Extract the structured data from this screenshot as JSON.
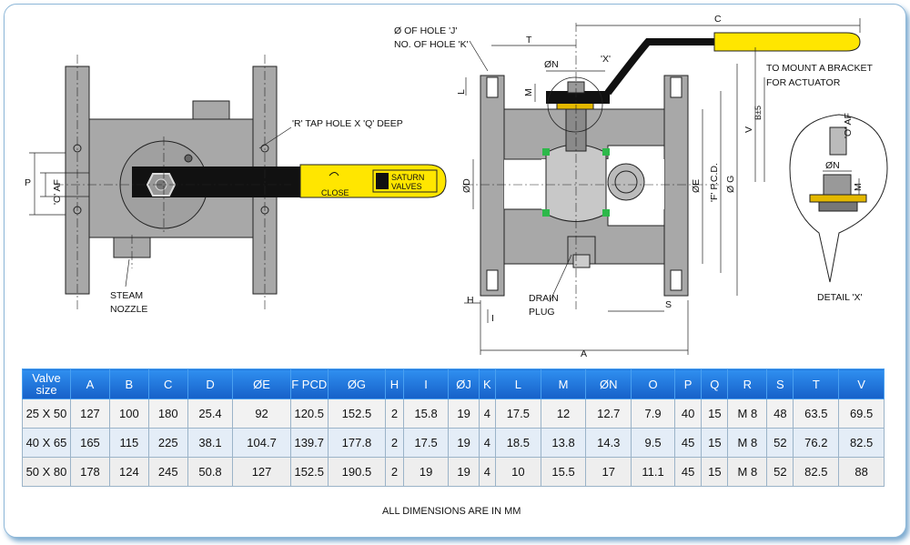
{
  "diagram": {
    "labels": {
      "tap_hole": "'R' TAP HOLE X 'Q' DEEP",
      "steam_nozzle_1": "STEAM",
      "steam_nozzle_2": "NOZZLE",
      "close": "CLOSE",
      "brand_1": "SATURN",
      "brand_2": "VALVES",
      "p": "P",
      "o_af": "'O' AF",
      "hole_j": "Ø OF HOLE 'J'",
      "hole_k": "NO. OF HOLE 'K'",
      "t": "T",
      "c": "C",
      "n": "ØN",
      "x": "'X'",
      "l": "L",
      "m": "M",
      "bracket_1": "TO MOUNT A BRACKET",
      "bracket_2": "FOR ACTUATOR",
      "v": "V",
      "b": "B±5",
      "d": "ØD",
      "e": "ØE",
      "f_pcd": "'F' P.C.D.",
      "g": "Ø G",
      "drain_1": "DRAIN",
      "drain_2": "PLUG",
      "h": "H",
      "i": "I",
      "s": "S",
      "a": "A",
      "detail_o_af": "'O' AF",
      "detail_n": "ØN",
      "detail_m": "M",
      "detail_x": "DETAIL 'X'"
    }
  },
  "table": {
    "headers": [
      "Valve size",
      "A",
      "B",
      "C",
      "D",
      "ØE",
      "F PCD",
      "ØG",
      "H",
      "I",
      "ØJ",
      "K",
      "L",
      "M",
      "ØN",
      "O",
      "P",
      "Q",
      "R",
      "S",
      "T",
      "V"
    ],
    "rows": [
      [
        "25 X 50",
        "127",
        "100",
        "180",
        "25.4",
        "92",
        "120.5",
        "152.5",
        "2",
        "15.8",
        "19",
        "4",
        "17.5",
        "12",
        "12.7",
        "7.9",
        "40",
        "15",
        "M 8",
        "48",
        "63.5",
        "69.5"
      ],
      [
        "40 X 65",
        "165",
        "115",
        "225",
        "38.1",
        "104.7",
        "139.7",
        "177.8",
        "2",
        "17.5",
        "19",
        "4",
        "18.5",
        "13.8",
        "14.3",
        "9.5",
        "45",
        "15",
        "M 8",
        "52",
        "76.2",
        "82.5"
      ],
      [
        "50 X 80",
        "178",
        "124",
        "245",
        "50.8",
        "127",
        "152.5",
        "190.5",
        "2",
        "19",
        "19",
        "4",
        "10",
        "15.5",
        "17",
        "11.1",
        "45",
        "15",
        "M 8",
        "52",
        "82.5",
        "88"
      ]
    ]
  },
  "note": "ALL DIMENSIONS ARE IN MM",
  "colors": {
    "header_blue": "#1f78e0",
    "handle_yellow": "#ffe600",
    "body_gray": "#a8a8a8"
  }
}
